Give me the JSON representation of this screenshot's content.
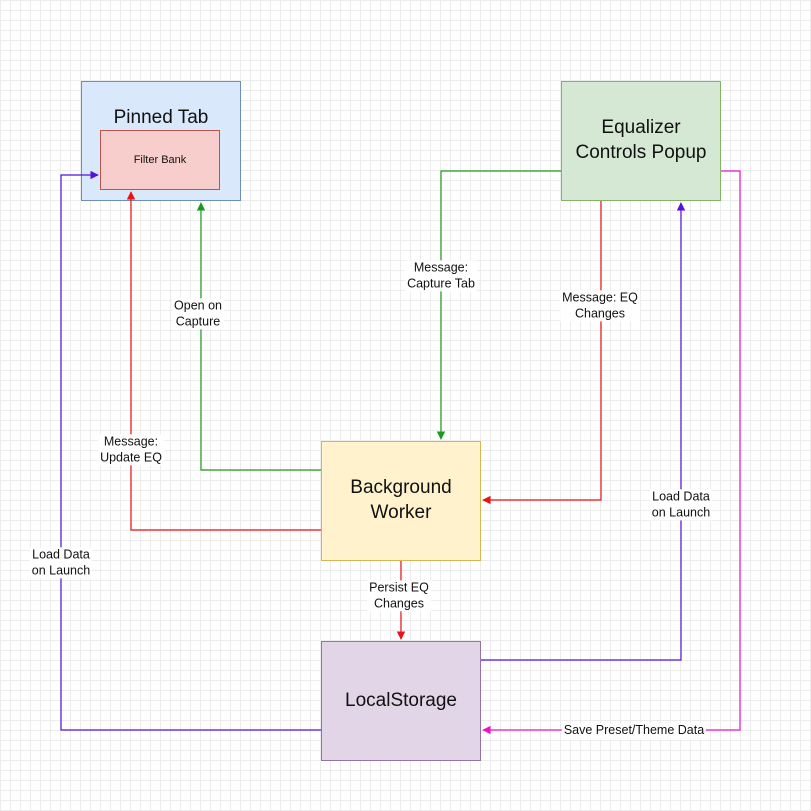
{
  "nodes": {
    "pinned_tab": "Pinned Tab",
    "filter_bank": "Filter Bank",
    "eq_popup": "Equalizer\nControls Popup",
    "worker": "Background\nWorker",
    "storage": "LocalStorage"
  },
  "edges": {
    "capture_tab": "Message:\nCapture Tab",
    "eq_changes": "Message: EQ\nChanges",
    "open_on_capture": "Open on\nCapture",
    "update_eq": "Message:\nUpdate EQ",
    "persist_eq": "Persist EQ\nChanges",
    "load_data_right": "Load Data\non Launch",
    "load_data_left": "Load Data\non Launch",
    "save_preset": "Save Preset/Theme Data"
  },
  "colors": {
    "green": "#1a9c1a",
    "red": "#ee1111",
    "purple": "#5511dd",
    "magenta": "#ee11cc"
  }
}
